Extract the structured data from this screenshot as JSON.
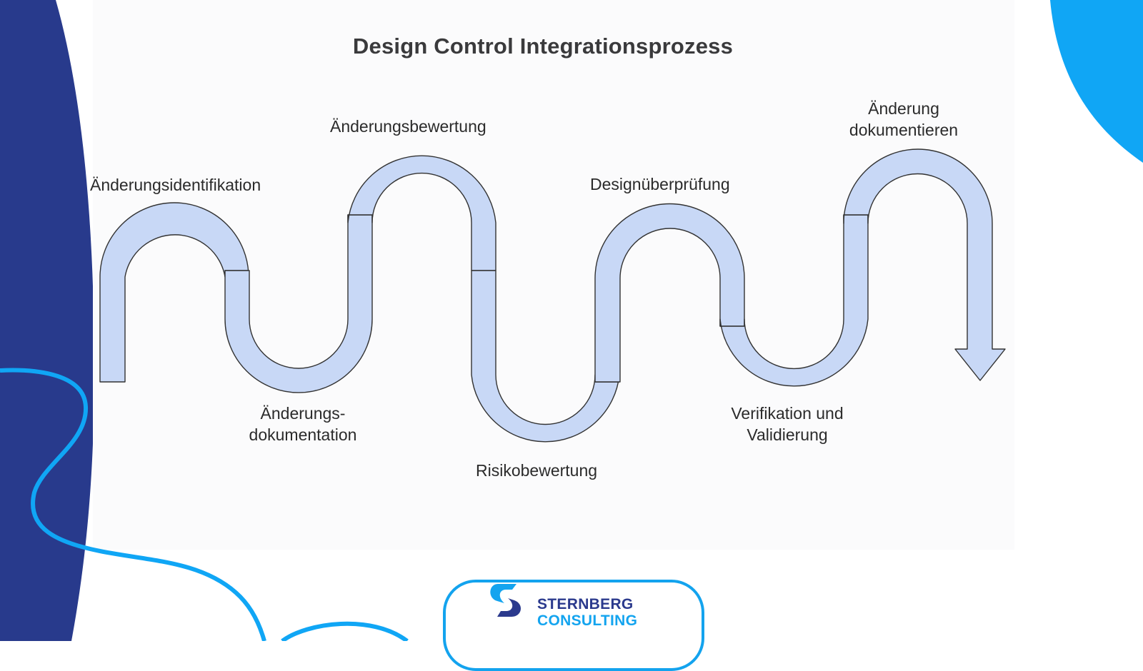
{
  "slide": {
    "title": "Design Control Integrationsprozess",
    "colors": {
      "pipe_fill": "#c8d8f6",
      "pipe_stroke": "#333333",
      "left_band": "#283a8c",
      "accent_blue": "#10a6f5",
      "panel_bg": "#fbfbfc"
    }
  },
  "diagram": {
    "type": "serpentine-process-arrow",
    "direction": "left-to-right",
    "steps": [
      {
        "order": 1,
        "label": "Änderungsidentifikation",
        "position": "top"
      },
      {
        "order": 2,
        "label_line1": "Änderungs-",
        "label_line2": "dokumentation",
        "position": "bottom"
      },
      {
        "order": 3,
        "label": "Änderungsbewertung",
        "position": "top"
      },
      {
        "order": 4,
        "label": "Risikobewertung",
        "position": "bottom"
      },
      {
        "order": 5,
        "label": "Designüberprüfung",
        "position": "top"
      },
      {
        "order": 6,
        "label_line1": "Verifikation und",
        "label_line2": "Validierung",
        "position": "bottom"
      },
      {
        "order": 7,
        "label_line1": "Änderung",
        "label_line2": "dokumentieren",
        "position": "top"
      }
    ],
    "end_marker": "arrow-down-icon"
  },
  "logo": {
    "line1": "STERNBERG",
    "line2": "CONSULTING",
    "icon": "sternberg-s-logo-icon"
  }
}
